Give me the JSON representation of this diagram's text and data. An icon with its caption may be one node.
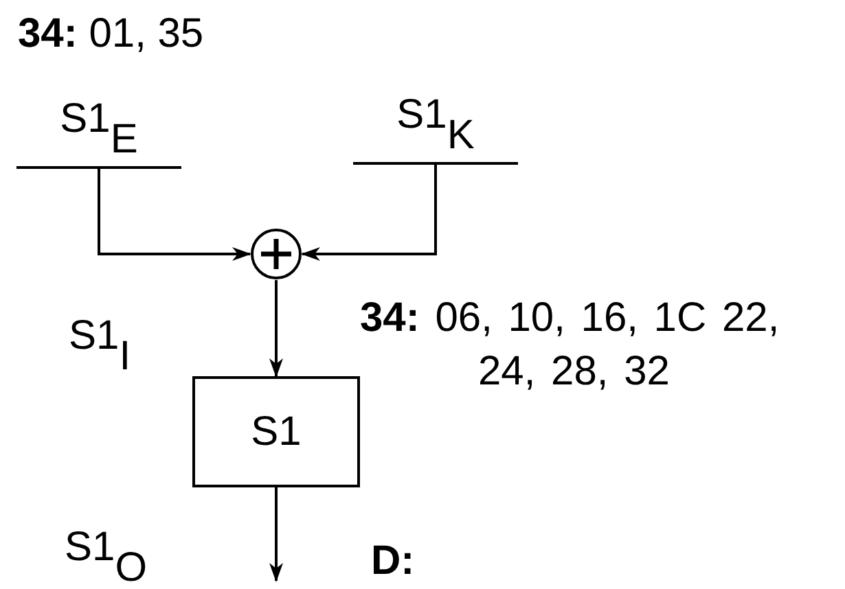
{
  "diagram": {
    "nodes": [
      {
        "text": [
          "S1$_{E}$"
        ]
      },
      {
        "text": [
          "S1$_{K}$"
        ]
      },
      {
        "text": [],
        "shape": "circle"
      },
      {
        "text": [
          "S1"
        ]
      }
    ],
    "edges": [
      {
        "from": 0,
        "to": 2,
        "arrow": "to"
      },
      {
        "from": 1,
        "to": 2,
        "arrow": "to"
      },
      {
        "from": 2,
        "to": 3,
        "arrow": "to"
      },
      {
        "from": 3,
        "to": null,
        "arrow": "to"
      }
    ],
    "labels": [
      "**34:** 01, 35",
      "S1$_{I}$",
      "**34:** 06, 10, 16, 1C 22, 24, 28, 32",
      "S1$_{O}$",
      "D:"
    ]
  }
}
